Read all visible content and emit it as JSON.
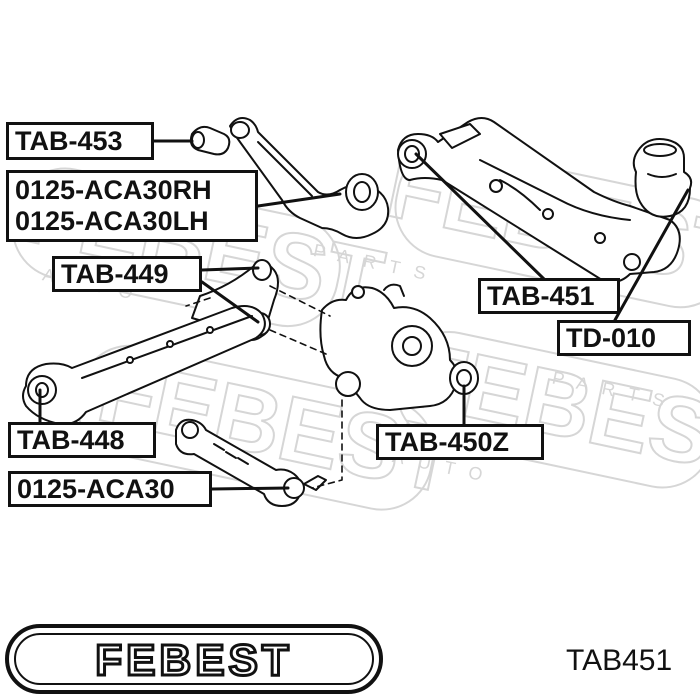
{
  "callouts": {
    "tab453": "TAB-453",
    "aca30rh": "0125-ACA30RH",
    "aca30lh": "0125-ACA30LH",
    "tab449": "TAB-449",
    "tab448": "TAB-448",
    "aca30": "0125-ACA30",
    "tab451": "TAB-451",
    "td010": "TD-010",
    "tab450z": "TAB-450Z"
  },
  "watermark": {
    "brand": "FEBEST",
    "words": [
      "PARTS",
      "AUTO"
    ]
  },
  "footer": {
    "logo_text": "FEBEST",
    "part_number": "TAB451"
  },
  "colors": {
    "ink": "#111111",
    "watermark": "#d9d9d9"
  }
}
